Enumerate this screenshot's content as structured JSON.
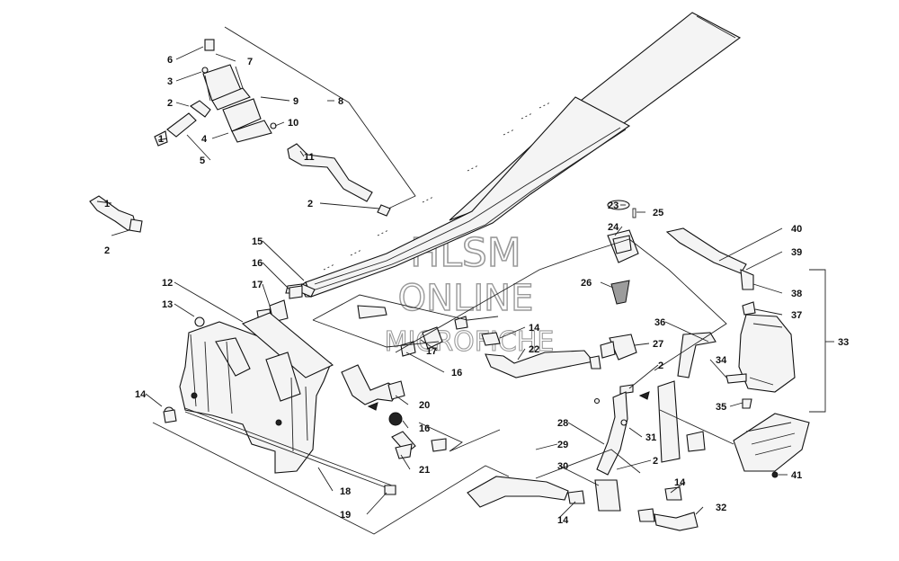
{
  "watermark": {
    "line1": "HLSM",
    "line2": "ONLINE",
    "line3": "MICROFICHE"
  },
  "callouts": [
    {
      "id": "c1a",
      "text": "6"
    },
    {
      "id": "c2a",
      "text": "7"
    },
    {
      "id": "c3a",
      "text": "3"
    },
    {
      "id": "c4a",
      "text": "2"
    },
    {
      "id": "c5a",
      "text": "9"
    },
    {
      "id": "c6a",
      "text": "8"
    },
    {
      "id": "c7a",
      "text": "10"
    },
    {
      "id": "c8a",
      "text": "1"
    },
    {
      "id": "c9a",
      "text": "4"
    },
    {
      "id": "c10a",
      "text": "5"
    },
    {
      "id": "c11a",
      "text": "11"
    },
    {
      "id": "c12a",
      "text": "2"
    },
    {
      "id": "c13a",
      "text": "1"
    },
    {
      "id": "c14a",
      "text": "2"
    },
    {
      "id": "c15a",
      "text": "15"
    },
    {
      "id": "c16a",
      "text": "16"
    },
    {
      "id": "c17a",
      "text": "17"
    },
    {
      "id": "c18a",
      "text": "12"
    },
    {
      "id": "c19a",
      "text": "13"
    },
    {
      "id": "c20a",
      "text": "14"
    },
    {
      "id": "c21a",
      "text": "23"
    },
    {
      "id": "c22a",
      "text": "25"
    },
    {
      "id": "c23a",
      "text": "24"
    },
    {
      "id": "c24a",
      "text": "26"
    },
    {
      "id": "c25a",
      "text": "14"
    },
    {
      "id": "c26a",
      "text": "17"
    },
    {
      "id": "c27a",
      "text": "22"
    },
    {
      "id": "c28a",
      "text": "16"
    },
    {
      "id": "c29a",
      "text": "27"
    },
    {
      "id": "c30a",
      "text": "2"
    },
    {
      "id": "c31a",
      "text": "20"
    },
    {
      "id": "c32a",
      "text": "16"
    },
    {
      "id": "c33a",
      "text": "21"
    },
    {
      "id": "c34a",
      "text": "18"
    },
    {
      "id": "c35a",
      "text": "19"
    },
    {
      "id": "c36a",
      "text": "28"
    },
    {
      "id": "c37a",
      "text": "31"
    },
    {
      "id": "c38a",
      "text": "29"
    },
    {
      "id": "c39a",
      "text": "2"
    },
    {
      "id": "c40a",
      "text": "30"
    },
    {
      "id": "c41a",
      "text": "14"
    },
    {
      "id": "c42a",
      "text": "14"
    },
    {
      "id": "c43a",
      "text": "32"
    },
    {
      "id": "c44a",
      "text": "40"
    },
    {
      "id": "c45a",
      "text": "39"
    },
    {
      "id": "c46a",
      "text": "38"
    },
    {
      "id": "c47a",
      "text": "37"
    },
    {
      "id": "c48a",
      "text": "36"
    },
    {
      "id": "c49a",
      "text": "34"
    },
    {
      "id": "c50a",
      "text": "33"
    },
    {
      "id": "c51a",
      "text": "35"
    },
    {
      "id": "c52a",
      "text": "41"
    }
  ]
}
